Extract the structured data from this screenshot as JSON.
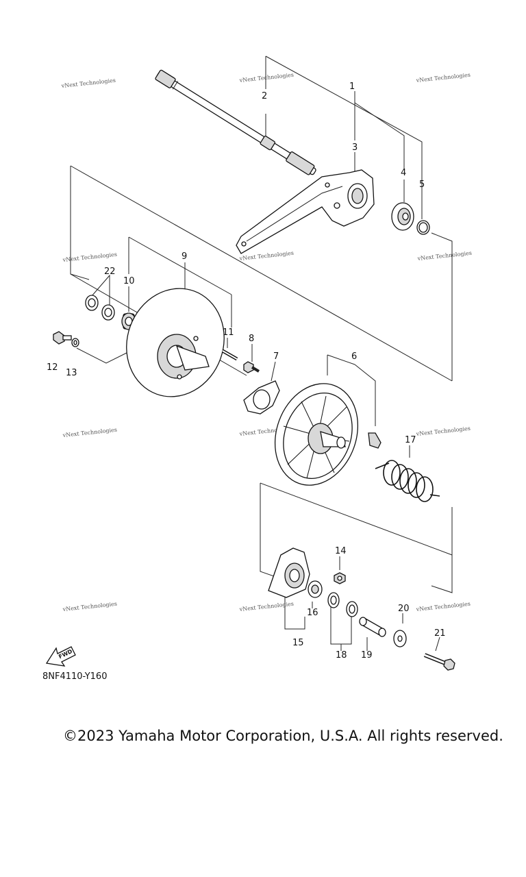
{
  "labels": {
    "p1": "1",
    "p2": "2",
    "p3": "3",
    "p4": "4",
    "p5": "5",
    "p6": "6",
    "p7": "7",
    "p8": "8",
    "p9": "9",
    "p10": "10",
    "p11": "11",
    "p12": "12",
    "p13": "13",
    "p14": "14",
    "p15": "15",
    "p16": "16",
    "p17": "17",
    "p18": "18",
    "p19": "19",
    "p20": "20",
    "p21": "21",
    "p22": "22"
  },
  "watermark": "vNext Technologies",
  "fwd_label": "FWD",
  "diagram_code": "8NF4110-Y160",
  "copyright": "©2023 Yamaha Motor Corporation, U.S.A. All rights reserved."
}
